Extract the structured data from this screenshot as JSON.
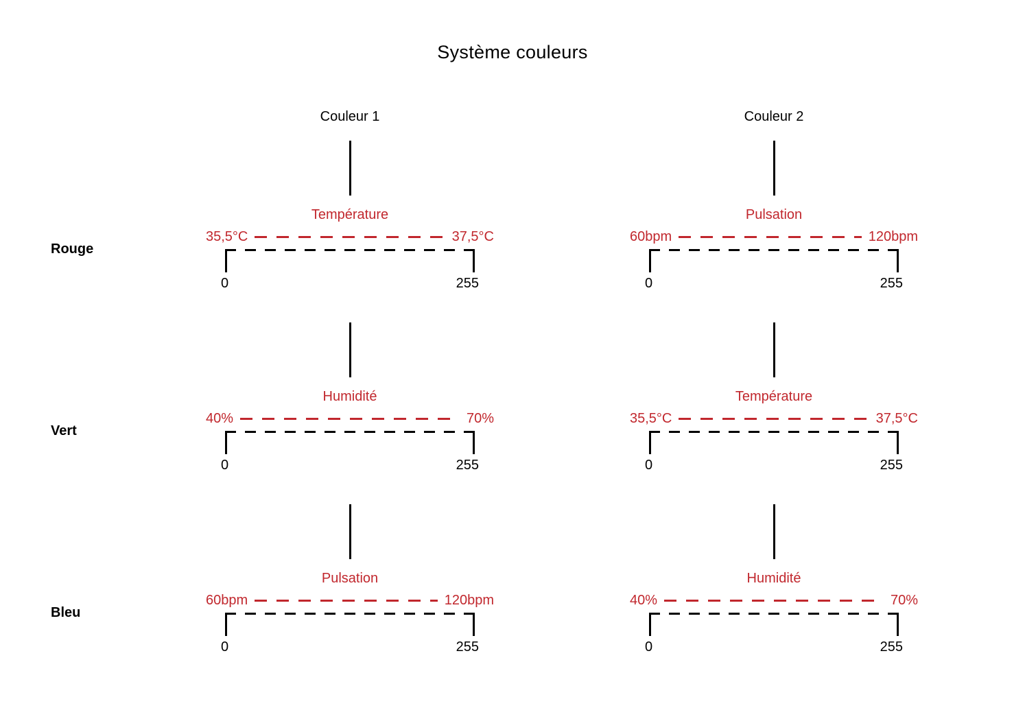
{
  "title": "Système couleurs",
  "columns": [
    "Couleur 1",
    "Couleur 2"
  ],
  "rows": [
    {
      "label": "Rouge",
      "cells": [
        {
          "sensor": "Température",
          "min": "35,5°C",
          "max": "37,5°C",
          "scale_min": "0",
          "scale_max": "255"
        },
        {
          "sensor": "Pulsation",
          "min": "60bpm",
          "max": "120bpm",
          "scale_min": "0",
          "scale_max": "255"
        }
      ]
    },
    {
      "label": "Vert",
      "cells": [
        {
          "sensor": "Humidité",
          "min": "40%",
          "max": "70%",
          "scale_min": "0",
          "scale_max": "255"
        },
        {
          "sensor": "Température",
          "min": "35,5°C",
          "max": "37,5°C",
          "scale_min": "0",
          "scale_max": "255"
        }
      ]
    },
    {
      "label": "Bleu",
      "cells": [
        {
          "sensor": "Pulsation",
          "min": "60bpm",
          "max": "120bpm",
          "scale_min": "0",
          "scale_max": "255"
        },
        {
          "sensor": "Humidité",
          "min": "40%",
          "max": "70%",
          "scale_min": "0",
          "scale_max": "255"
        }
      ]
    }
  ],
  "colors": {
    "accent_red": "#c1272d",
    "line_black": "#000000"
  }
}
